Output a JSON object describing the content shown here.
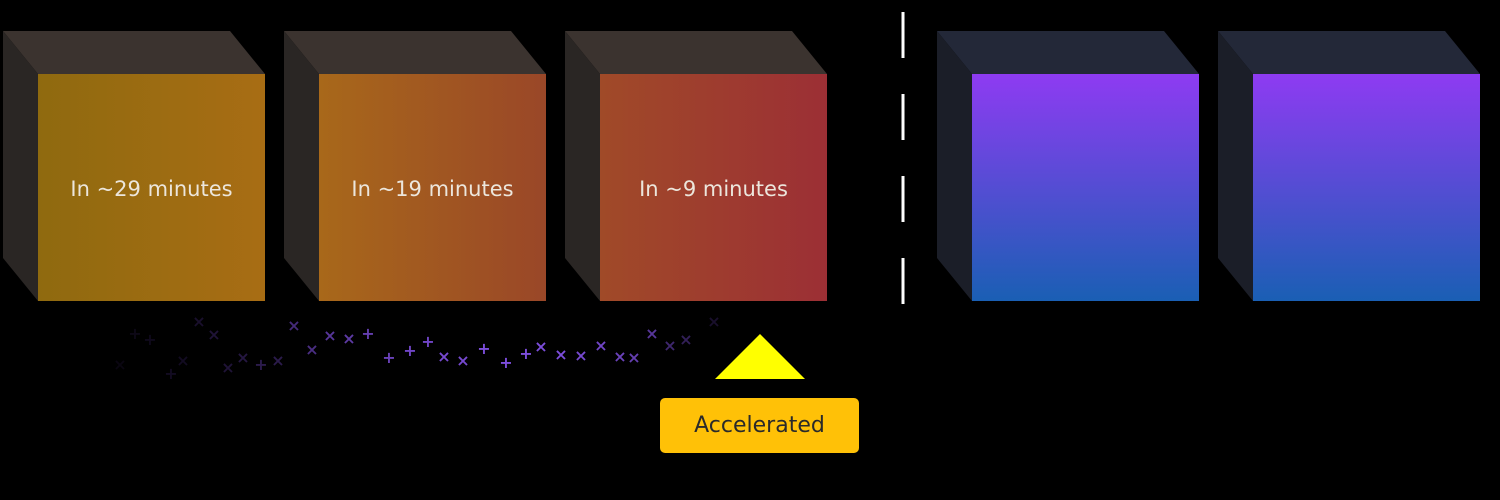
{
  "colors": {
    "background": "#000000",
    "badge": "#ffc107",
    "arrow": "#ffff00",
    "particle": "#7c4ddb"
  },
  "cubes": [
    {
      "label": "In ~29 minutes",
      "face_from": "#8f6a0f",
      "face_to": "#a86d14",
      "gradient": "horizontal",
      "top": "#3b332f",
      "side": "#2a2624"
    },
    {
      "label": "In ~19 minutes",
      "face_from": "#a8681a",
      "face_to": "#9a4728",
      "gradient": "horizontal",
      "top": "#3b332f",
      "side": "#2a2624"
    },
    {
      "label": "In ~9 minutes",
      "face_from": "#a04a28",
      "face_to": "#9c2f35",
      "gradient": "horizontal",
      "top": "#3b332f",
      "side": "#2a2624"
    },
    {
      "label": "",
      "face_from": "#8e3bf2",
      "face_to": "#1a5fb4",
      "gradient": "vertical",
      "top": "#232838",
      "side": "#1b1e28"
    },
    {
      "label": "",
      "face_from": "#8e3bf2",
      "face_to": "#1a5fb4",
      "gradient": "vertical",
      "top": "#232838",
      "side": "#1b1e28"
    }
  ],
  "badge": {
    "label": "Accelerated"
  },
  "divider": {
    "style": "dashed",
    "color": "#ffffff"
  },
  "particles": {
    "symbols": [
      "+",
      "×"
    ]
  }
}
